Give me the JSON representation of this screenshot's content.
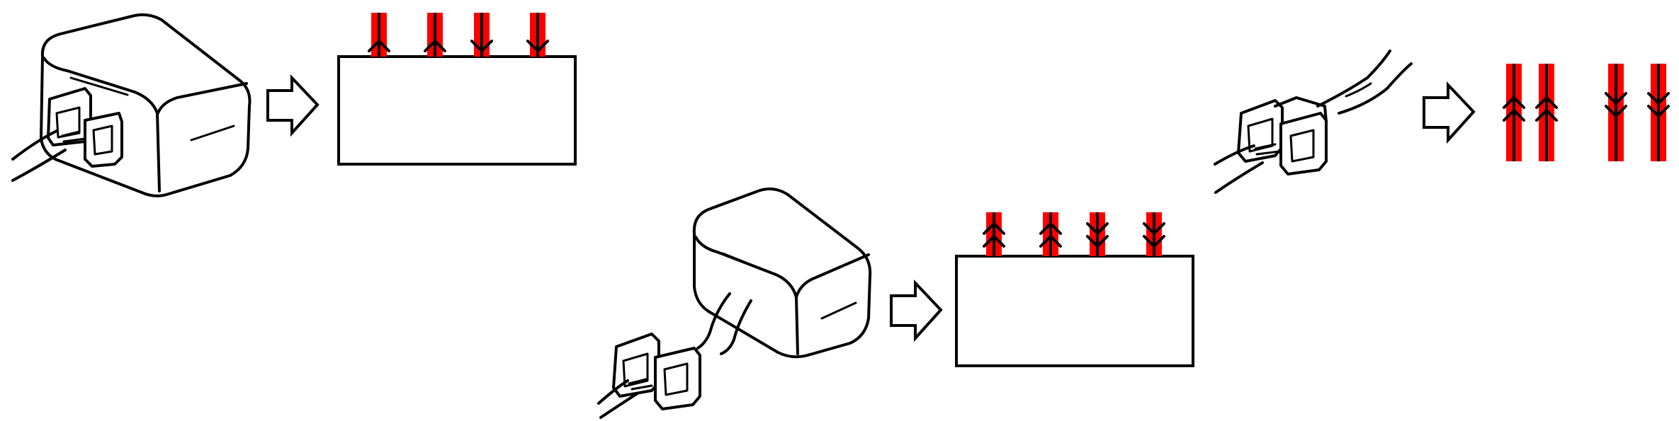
{
  "figure": {
    "type": "wiring-diagram",
    "background": "#ffffff",
    "colors": {
      "wire": "#ff0000",
      "outline": "#000000"
    },
    "panels": [
      {
        "id": "panel-1",
        "unit": "control-unit-connector-left",
        "terminals": [
          "up-single",
          "up-single",
          "down-single",
          "down-single"
        ]
      },
      {
        "id": "panel-2",
        "unit": "control-unit-connector-bottom",
        "terminals": [
          "up-double",
          "up-double",
          "down-double",
          "down-double"
        ]
      },
      {
        "id": "panel-3",
        "unit": "harness-connector",
        "terminals": [
          "up-double",
          "up-double",
          "down-double",
          "down-double"
        ]
      }
    ]
  }
}
